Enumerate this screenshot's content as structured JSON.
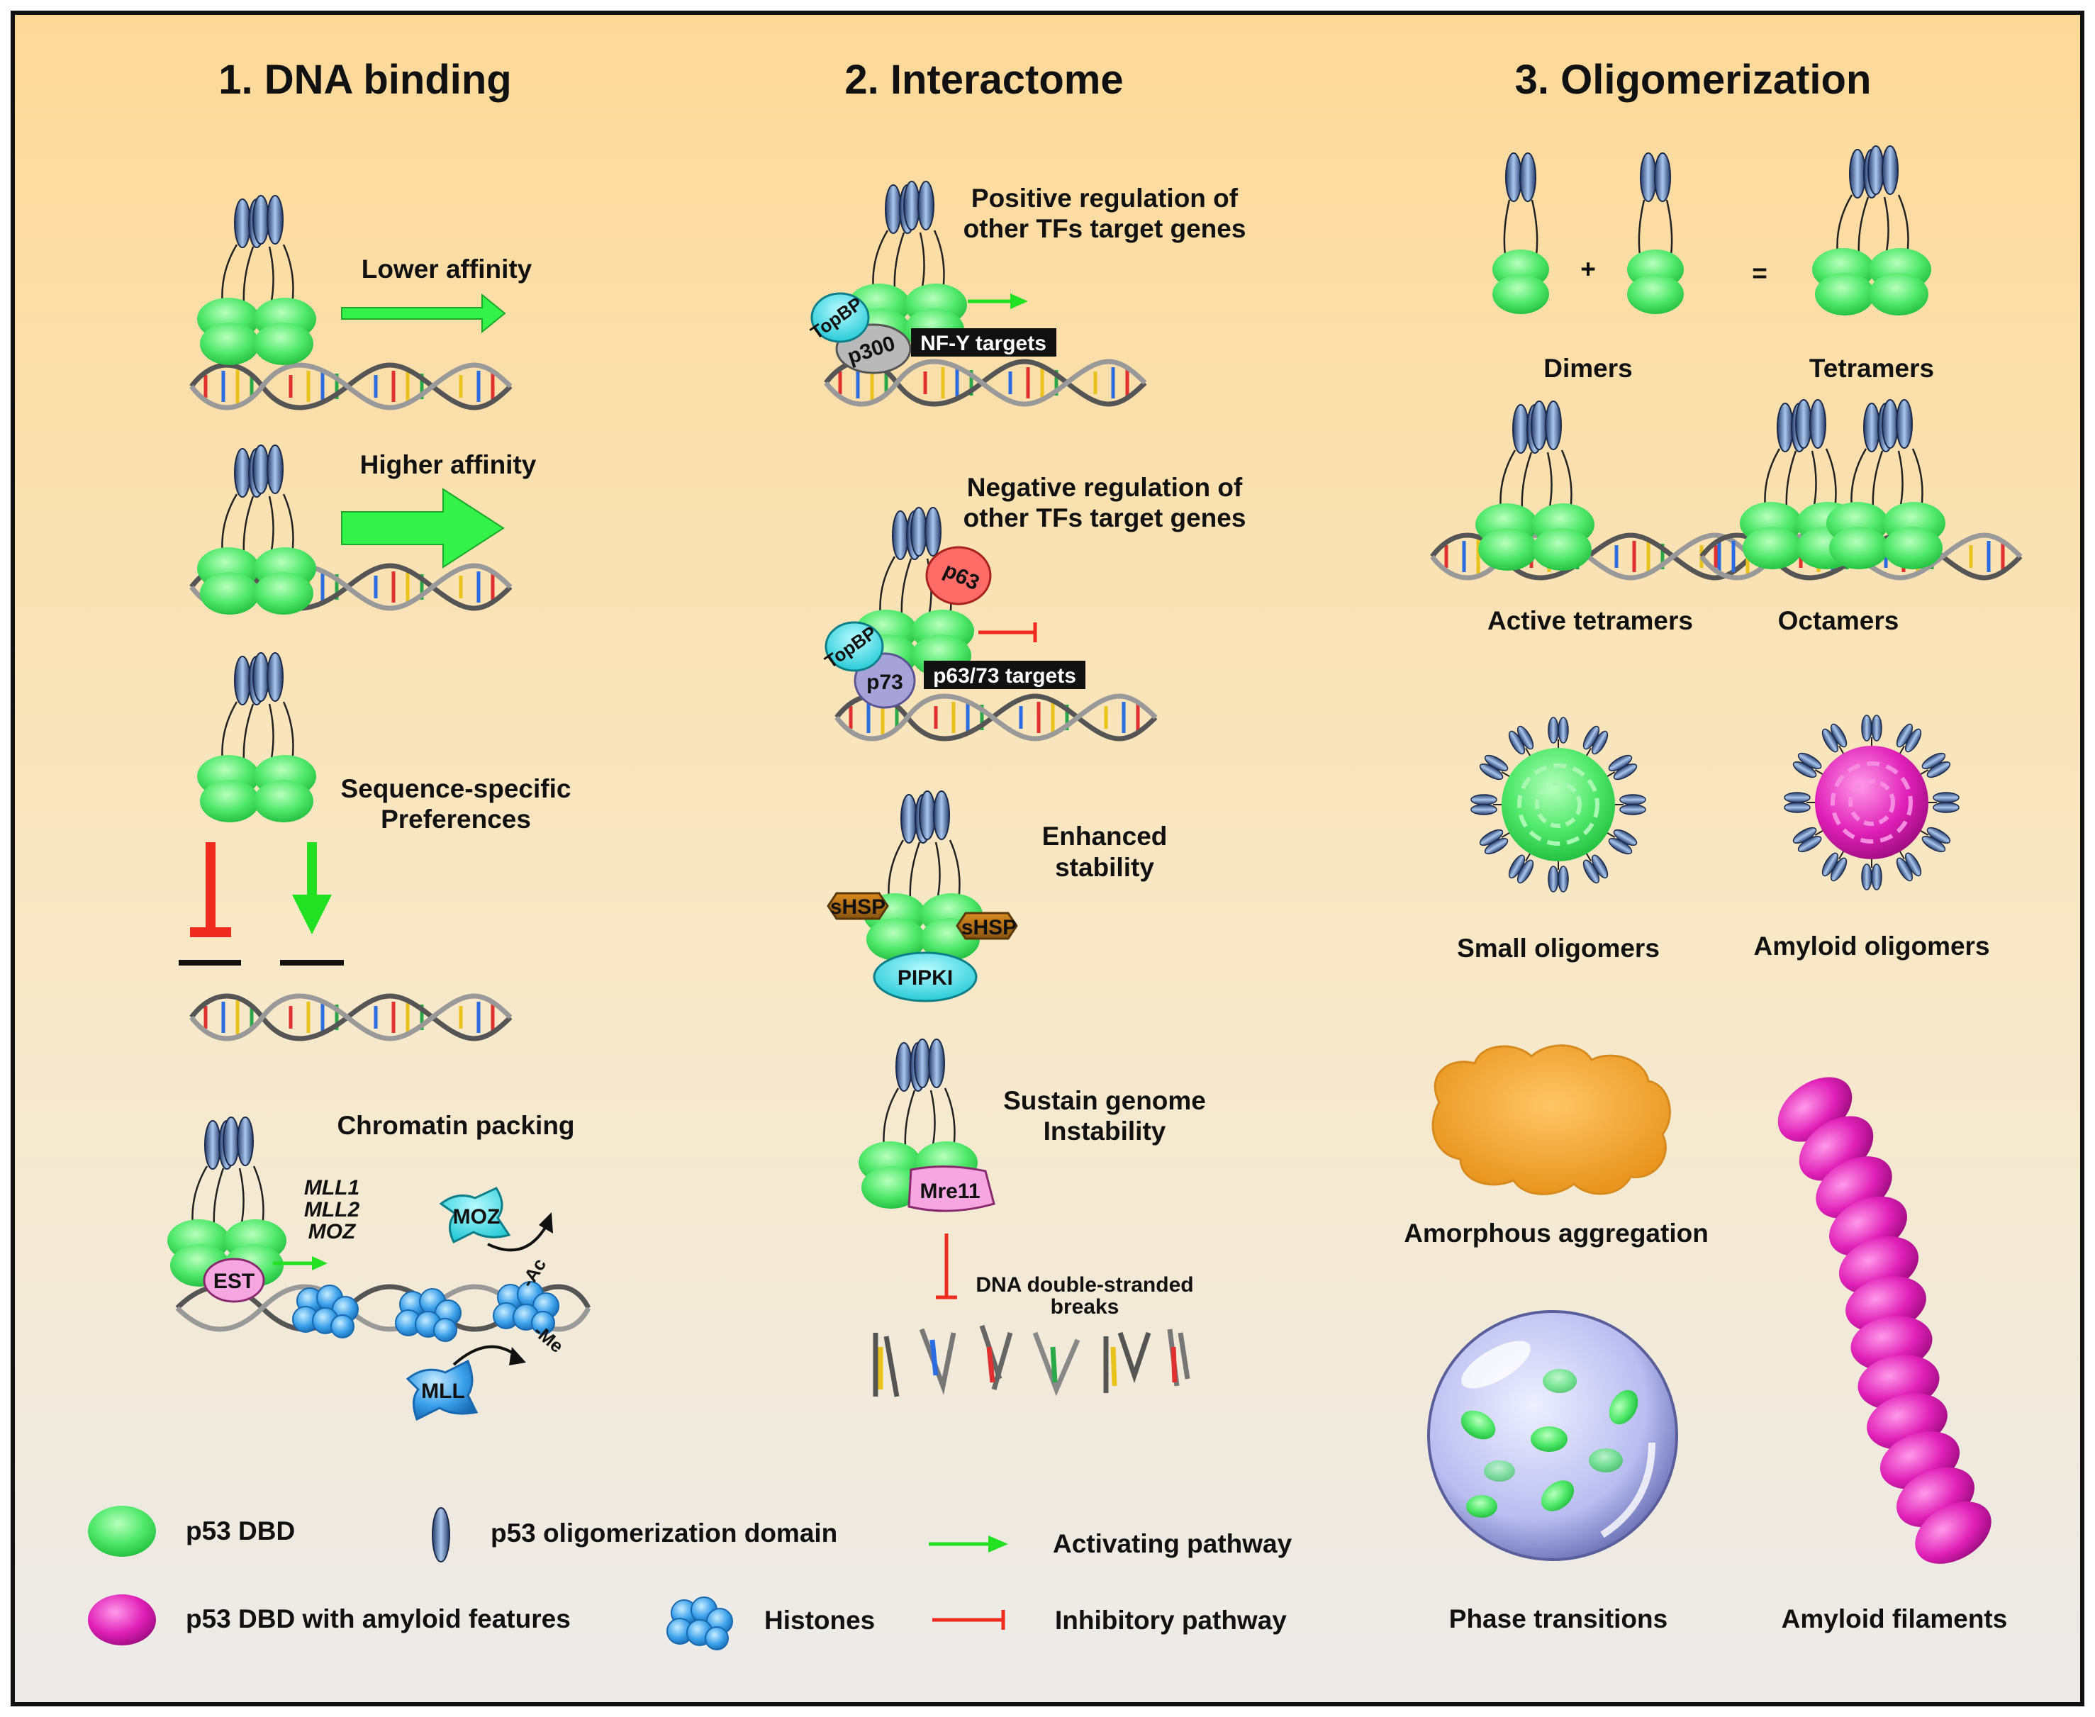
{
  "sections": [
    {
      "title": "1. DNA binding"
    },
    {
      "title": "2. Interactome"
    },
    {
      "title": "3. Oligomerization"
    }
  ],
  "dna_binding": {
    "lower_affinity": "Lower affinity",
    "higher_affinity": "Higher affinity",
    "seq_pref_line1": "Sequence-specific",
    "seq_pref_line2": "Preferences",
    "chromatin": "Chromatin packing",
    "mll1": "MLL1",
    "mll2": "MLL2",
    "moz_italic": "MOZ",
    "est": "EST",
    "moz": "MOZ",
    "mll": "MLL",
    "ac": "-Ac",
    "me": "-Me"
  },
  "interactome": {
    "pos_line1": "Positive regulation of",
    "pos_line2": "other TFs target genes",
    "topbp": "TopBP",
    "p300": "p300",
    "nfy": "NF-Y targets",
    "neg_line1": "Negative regulation of",
    "neg_line2": "other TFs target genes",
    "p63": "p63",
    "p73": "p73",
    "p6373": "p63/73 targets",
    "enh_line1": "Enhanced",
    "enh_line2": "stability",
    "shsp": "sHSP",
    "pipki": "PIPKI",
    "sus_line1": "Sustain genome",
    "sus_line2": "Instability",
    "mre11": "Mre11",
    "dsb_line1": "DNA double-stranded",
    "dsb_line2": "breaks"
  },
  "oligomerization": {
    "plus": "+",
    "equals": "=",
    "dimers": "Dimers",
    "tetramers": "Tetramers",
    "active_tetramers": "Active tetramers",
    "octamers": "Octamers",
    "small_oligomers": "Small oligomers",
    "amyloid_oligomers": "Amyloid oligomers",
    "amorphous": "Amorphous aggregation",
    "phase": "Phase transitions",
    "filaments": "Amyloid filaments"
  },
  "legend": {
    "dbd": "p53 DBD",
    "od": "p53 oligomerization domain",
    "activating": "Activating pathway",
    "amyloid_dbd": "p53 DBD with amyloid features",
    "histones": "Histones",
    "inhibitory": "Inhibitory pathway"
  },
  "colors": {
    "background_top": "#fdd998",
    "background_bottom": "#efeeec",
    "dbd_green": "#4fe86a",
    "activating_green": "#22e022",
    "inhibitory_red": "#ee2b1e",
    "amyloid_magenta": "#e020b8",
    "histone_blue": "#3aa0ea",
    "amorphous_orange": "#f2a630"
  }
}
